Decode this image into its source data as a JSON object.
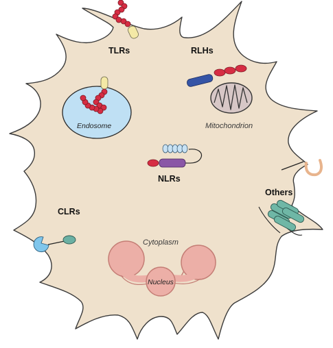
{
  "labels": {
    "tlrs": "TLRs",
    "rlhs": "RLHs",
    "nlrs": "NLRs",
    "clrs": "CLRs",
    "others": "Others",
    "endosome": "Endosome",
    "mitochondrion": "Mitochondrion",
    "cytoplasm": "Cytoplasm",
    "nucleus": "Nucleus"
  },
  "colors": {
    "cell_fill": "#efe1cc",
    "cell_outline": "#3a3a3a",
    "endosome_fill": "#bfe0f4",
    "receptor_red": "#d62d43",
    "receptor_tip": "#f4e9a6",
    "rlh_blue": "#3554a6",
    "mito_fill": "#d7c7c6",
    "nlr_purple": "#8a56a6",
    "nlr_blue_beads": "#c8e2f4",
    "clr_teal": "#6bb0a3",
    "clr_blue": "#7fc6ec",
    "channel_teal": "#6fb7a6",
    "nucleus_fill": "#ecafa7",
    "nucleus_outline": "#c47d75"
  }
}
